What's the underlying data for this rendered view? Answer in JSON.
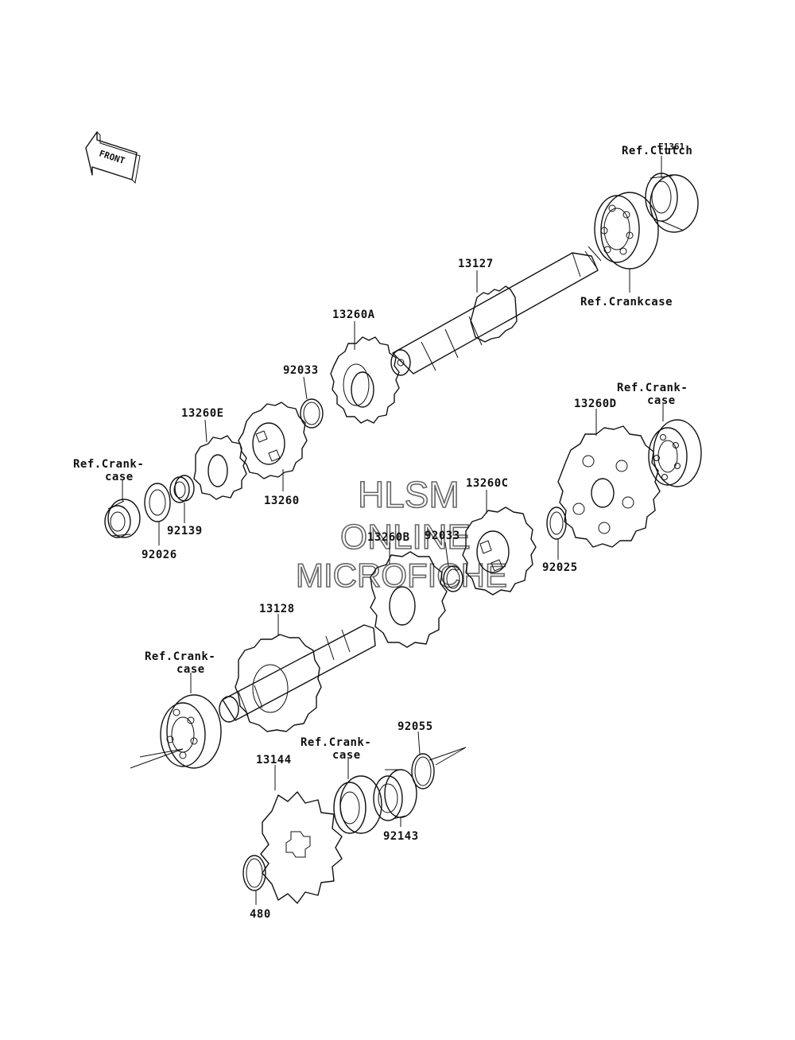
{
  "diagram": {
    "code": "E1361",
    "front_label": "FRONT"
  },
  "watermark": {
    "line1": "HLSM",
    "line2": "ONLINE",
    "line3": "MICROFICHE"
  },
  "labels": {
    "ref_clutch": "Ref.Clutch",
    "ref_crankcase_top": "Ref.Crankcase",
    "p13127": "13127",
    "p13260A": "13260A",
    "p92033_top": "92033",
    "p13260E": "13260E",
    "p13260": "13260",
    "ref_crank_left_1": "Ref.Crank-",
    "ref_crank_left_2": "case",
    "p92026": "92026",
    "p92139": "92139",
    "ref_crank_right_1": "Ref.Crank-",
    "ref_crank_right_2": "case",
    "p13260D": "13260D",
    "p13260C": "13260C",
    "p13260B": "13260B",
    "p92033_mid": "92033",
    "p92025": "92025",
    "p13128": "13128",
    "ref_crank_lower_1": "Ref.Crank-",
    "ref_crank_lower_2": "case",
    "p92055": "92055",
    "ref_crank_bottom_1": "Ref.Crank-",
    "ref_crank_bottom_2": "case",
    "p13144": "13144",
    "p92143": "92143",
    "p480": "480"
  }
}
